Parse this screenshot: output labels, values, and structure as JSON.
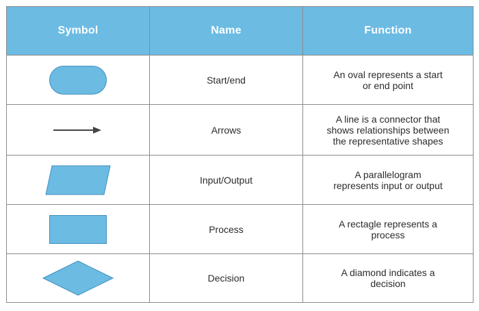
{
  "header": {
    "symbol": "Symbol",
    "name": "Name",
    "function": "Function"
  },
  "colors": {
    "header_bg": "#6cbbe3",
    "shape_fill": "#6cbbe3",
    "shape_stroke": "#3f8fbf",
    "arrow": "#444444",
    "border": "#8a8a8a"
  },
  "rows": [
    {
      "symbol": "oval",
      "name": "Start/end",
      "function_line1": "An oval represents a start",
      "function_line2": "or end point",
      "function_line3": ""
    },
    {
      "symbol": "arrow",
      "name": "Arrows",
      "function_line1": "A line is a connector that",
      "function_line2": "shows relationships between",
      "function_line3": "the representative shapes"
    },
    {
      "symbol": "parallelogram",
      "name": "Input/Output",
      "function_line1": "A parallelogram",
      "function_line2": "represents input or output",
      "function_line3": ""
    },
    {
      "symbol": "rectangle",
      "name": "Process",
      "function_line1": "A rectagle represents a",
      "function_line2": "process",
      "function_line3": ""
    },
    {
      "symbol": "diamond",
      "name": "Decision",
      "function_line1": "A diamond indicates a",
      "function_line2": "decision",
      "function_line3": ""
    }
  ]
}
